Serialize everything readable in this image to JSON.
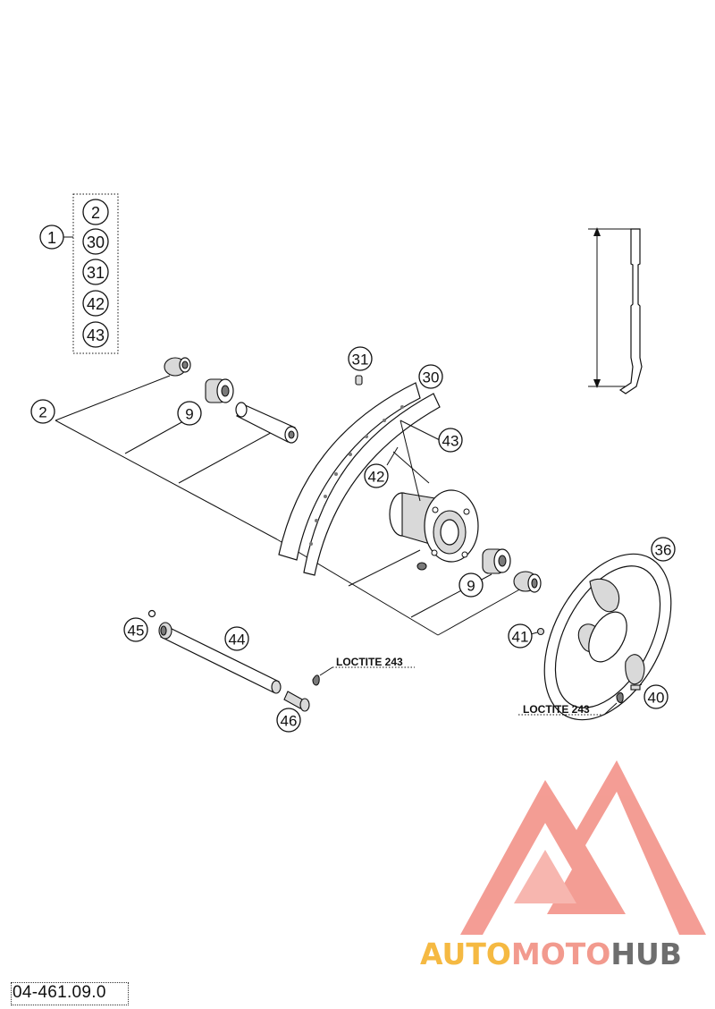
{
  "kit": {
    "number": "1",
    "contents": [
      "2",
      "30",
      "31",
      "42",
      "43"
    ]
  },
  "callouts": {
    "p2": "2",
    "p9_upper": "9",
    "p9_lower": "9",
    "p30": "30",
    "p31": "31",
    "p36": "36",
    "p40": "40",
    "p41": "41",
    "p42": "42",
    "p43": "43",
    "p44": "44",
    "p45": "45",
    "p46": "46"
  },
  "notes": {
    "loctite_axle": "LOCTITE 243",
    "loctite_disc": "LOCTITE 243"
  },
  "watermark": {
    "auto": "AUTO",
    "moto": "MOTO",
    "hub": "HUB",
    "colors": {
      "auto": "#f5b942",
      "moto": "#f29a8e",
      "hub": "#6e6e6e",
      "logo": "#f28c82"
    }
  },
  "drawing_number": "04-461.09.0"
}
